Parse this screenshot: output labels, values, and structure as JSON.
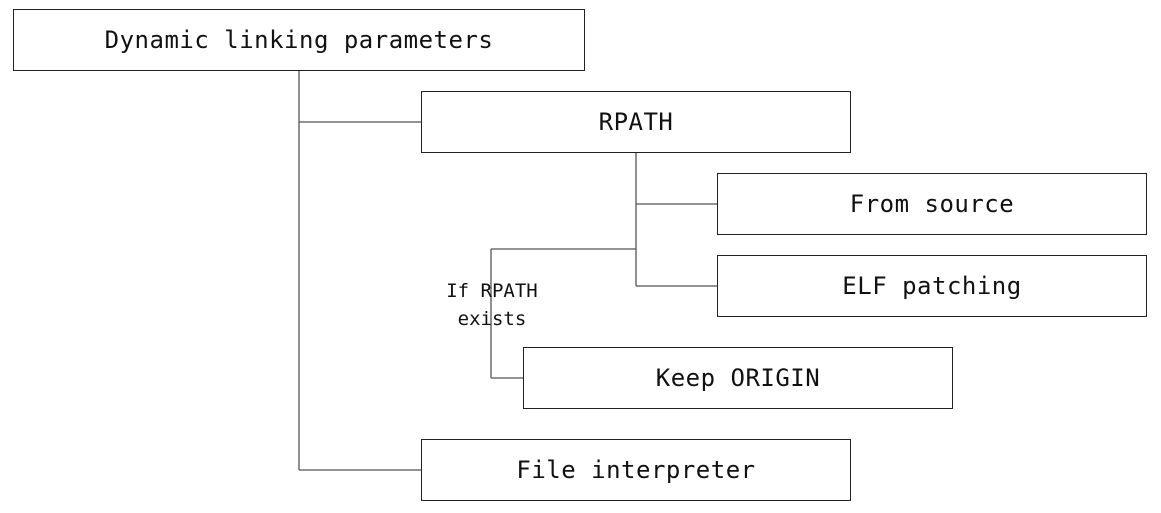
{
  "nodes": {
    "root": "Dynamic linking parameters",
    "rpath": "RPATH",
    "from_source": "From source",
    "elf_patching": "ELF patching",
    "keep_origin": "Keep ORIGIN",
    "file_interpreter": "File interpreter"
  },
  "edge_labels": {
    "rpath_to_keep_origin": [
      "If RPATH",
      "exists"
    ]
  },
  "colors": {
    "line": "#555555",
    "box_border": "#222222",
    "text": "#111111",
    "background": "#ffffff"
  }
}
